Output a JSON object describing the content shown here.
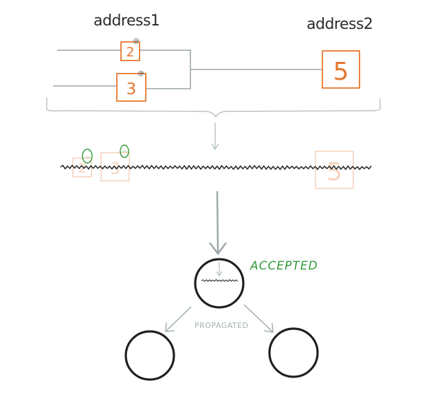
{
  "diagram": {
    "address1_label": "address1",
    "address2_label": "address2",
    "inputs": [
      {
        "amount": "2",
        "signed_mark": "@"
      },
      {
        "amount": "3",
        "signed_mark": "@"
      }
    ],
    "output": {
      "amount": "5"
    },
    "accepted_label": "ACCEPTED",
    "propagated_label": "PROPAGATED",
    "colors": {
      "ink": "#2b2b2b",
      "orange": "#e8762e",
      "faded_orange": "#f6d3bd",
      "grey": "#9aa5a7",
      "light_grey": "#b7c2c4",
      "green": "#2f9a3a"
    }
  }
}
